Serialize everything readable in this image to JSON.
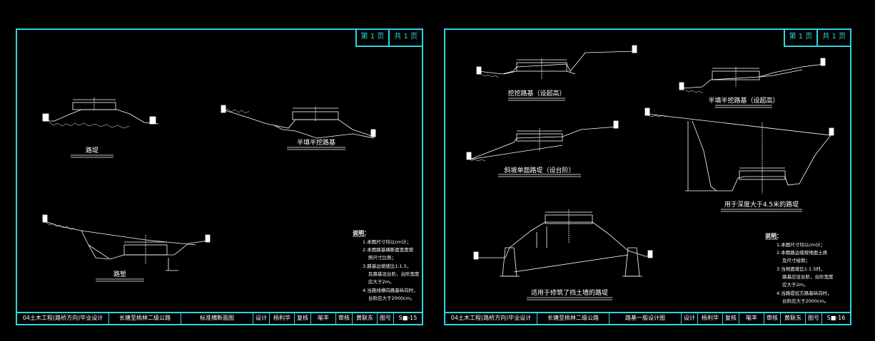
{
  "left_sheet": {
    "page_current": "第 1 页",
    "page_total": "共 1 页",
    "figures": {
      "fill": "路堤",
      "half_fill_half_cut": "半填半挖路基",
      "cut": "路堑"
    },
    "notes": {
      "heading": "说明：",
      "items": [
        "1.本图尺寸均以cm计；",
        "2.本图路基横断面宽度按",
        "照尺寸比例；",
        "3.路基边坡坡比1:1.5，",
        "及路基设台阶，台阶宽度",
        "应大于2m。",
        "4.当路线横向路基纵向时，",
        "台阶应大于2000cm。"
      ]
    },
    "title_block": {
      "course": "04土木工程(路桥方向)毕业设计",
      "project": "长塘至桃林二级公路",
      "drawing": "标准横断面图",
      "design_label": "设计",
      "designer": "杨利华",
      "check_label": "复核",
      "checker": "喻丰",
      "review_label": "审核",
      "reviewer": "黄联东",
      "no_label": "图号",
      "no": "S■-15"
    }
  },
  "right_sheet": {
    "page_current": "第 1 页",
    "page_total": "共 1 页",
    "figures": {
      "deep_cut": "挖挖路基（设超高）",
      "half_fill_superelevation": "半填半挖路基（设超高）",
      "steep_slope": "斜坡单面路堤（设台阶）",
      "deep_fill": "用于深度大于4.5米的路堤",
      "retaining_wall": "适用于修筑了挡土墙的路堤"
    },
    "notes": {
      "heading": "说明：",
      "items": [
        "1.本图尺寸均以cm计；",
        "2.本图路边坡按地面土质",
        "及尺寸绘制；",
        "3.当地面坡比1:1.5时，",
        "路基应设台阶，台阶宽度",
        "应大于2m。",
        "4.当路堤挖方路基纵向时，",
        "台阶应大于2000cm。"
      ]
    },
    "title_block": {
      "course": "04土木工程(路桥方向)毕业设计",
      "project": "长塘至桃林二级公路",
      "drawing": "路基一般设计图",
      "design_label": "设计",
      "designer": "杨利华",
      "check_label": "复核",
      "checker": "喻丰",
      "review_label": "审核",
      "reviewer": "黄联东",
      "no_label": "图号",
      "no": "S■-16"
    }
  },
  "colors": {
    "frame": "#2fd3df",
    "background": "#000000",
    "linework": "#ffffff"
  }
}
